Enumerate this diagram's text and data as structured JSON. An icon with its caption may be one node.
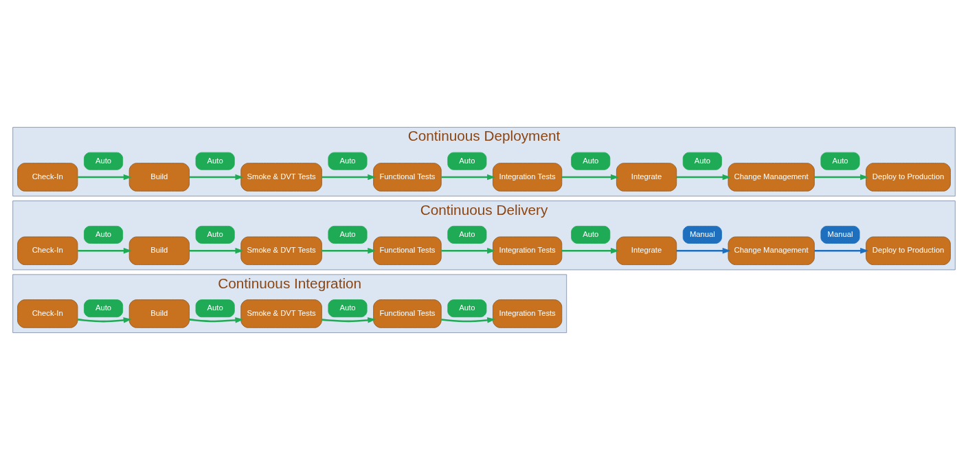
{
  "diagram": {
    "nodes": [
      {
        "text": [
          "Continuous Integration"
        ]
      },
      {
        "text": [
          "Check-In"
        ],
        "in": 0
      },
      {
        "text": [
          "Build"
        ],
        "in": 0
      },
      {
        "text": [
          "Smoke & DVT Tests"
        ],
        "in": 0
      },
      {
        "text": [
          "Functional Tests"
        ],
        "in": 0
      },
      {
        "text": [
          "Integration Tests"
        ],
        "in": 0
      },
      {
        "text": [
          "Auto"
        ],
        "in": 0
      },
      {
        "text": [
          "Auto"
        ],
        "in": 0
      },
      {
        "text": [
          "Auto"
        ],
        "in": 0
      },
      {
        "text": [
          "Auto"
        ],
        "in": 0
      },
      {
        "text": [
          "Continuous Delivery"
        ]
      },
      {
        "text": [
          "Check-In"
        ],
        "in": 10
      },
      {
        "text": [
          "Build"
        ],
        "in": 10
      },
      {
        "text": [
          "Smoke & DVT Tests"
        ],
        "in": 10
      },
      {
        "text": [
          "Functional Tests"
        ],
        "in": 10
      },
      {
        "text": [
          "Integration Tests"
        ],
        "in": 10
      },
      {
        "text": [
          "Integrate"
        ],
        "in": 10
      },
      {
        "text": [
          "Change Management"
        ],
        "in": 10
      },
      {
        "text": [
          "Deploy to Production"
        ],
        "in": 10
      },
      {
        "text": [
          "Auto"
        ],
        "in": 10
      },
      {
        "text": [
          "Auto"
        ],
        "in": 10
      },
      {
        "text": [
          "Auto"
        ],
        "in": 10
      },
      {
        "text": [
          "Auto"
        ],
        "in": 10
      },
      {
        "text": [
          "Auto"
        ],
        "in": 10
      },
      {
        "text": [
          "Manual"
        ],
        "in": 10
      },
      {
        "text": [
          "Manual"
        ],
        "in": 10
      },
      {
        "text": [
          "Continuous Deployment"
        ]
      },
      {
        "text": [
          "Check-In"
        ],
        "in": 26
      },
      {
        "text": [
          "Build"
        ],
        "in": 26
      },
      {
        "text": [
          "Smoke & DVT Tests"
        ],
        "in": 26
      },
      {
        "text": [
          "Functional Tests"
        ],
        "in": 26
      },
      {
        "text": [
          "Integration Tests"
        ],
        "in": 26
      },
      {
        "text": [
          "Integrate"
        ],
        "in": 26
      },
      {
        "text": [
          "Change Management"
        ],
        "in": 26
      },
      {
        "text": [
          "Deploy to Production"
        ],
        "in": 26
      },
      {
        "text": [
          "Auto"
        ],
        "in": 26
      },
      {
        "text": [
          "Auto"
        ],
        "in": 26
      },
      {
        "text": [
          "Auto"
        ],
        "in": 26
      },
      {
        "text": [
          "Auto"
        ],
        "in": 26
      },
      {
        "text": [
          "Auto"
        ],
        "in": 26
      },
      {
        "text": [
          "Auto"
        ],
        "in": 26
      },
      {
        "text": [
          "Auto"
        ],
        "in": 26
      }
    ],
    "edges": [
      {
        "from": 1,
        "to": 2,
        "arrow": "to"
      },
      {
        "from": 2,
        "to": 3,
        "arrow": "to"
      },
      {
        "from": 3,
        "to": 4,
        "arrow": "to"
      },
      {
        "from": 4,
        "to": 5,
        "arrow": "to"
      },
      {
        "from": 11,
        "to": 12,
        "arrow": "to"
      },
      {
        "from": 12,
        "to": 13,
        "arrow": "to"
      },
      {
        "from": 13,
        "to": 14,
        "arrow": "to"
      },
      {
        "from": 14,
        "to": 15,
        "arrow": "to"
      },
      {
        "from": 15,
        "to": 16,
        "arrow": "to"
      },
      {
        "from": 16,
        "to": 17,
        "arrow": "to",
        "color": "#1f6fbf"
      },
      {
        "from": 17,
        "to": 18,
        "arrow": "to",
        "color": "#1f6fbf"
      },
      {
        "from": 27,
        "to": 28,
        "arrow": "to"
      },
      {
        "from": 28,
        "to": 29,
        "arrow": "to"
      },
      {
        "from": 29,
        "to": 30,
        "arrow": "to"
      },
      {
        "from": 30,
        "to": 31,
        "arrow": "to"
      },
      {
        "from": 31,
        "to": 32,
        "arrow": "to"
      },
      {
        "from": 32,
        "to": 33,
        "arrow": "to"
      },
      {
        "from": 33,
        "to": 34,
        "arrow": "to"
      }
    ]
  }
}
